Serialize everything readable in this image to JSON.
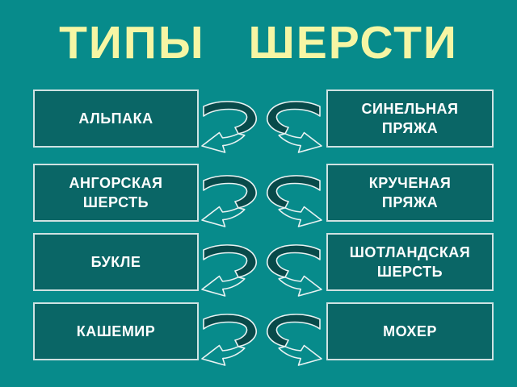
{
  "title": "ТИПЫ ШЕРСТИ",
  "rows": [
    {
      "left": [
        "АЛЬПАКА"
      ],
      "right": [
        "СИНЕЛЬНАЯ",
        "ПРЯЖА"
      ]
    },
    {
      "left": [
        "АНГОРСКАЯ",
        "ШЕРСТЬ"
      ],
      "right": [
        "КРУЧЕНАЯ",
        "ПРЯЖА"
      ]
    },
    {
      "left": [
        "БУКЛЕ"
      ],
      "right": [
        "ШОТЛАНДСКАЯ",
        "ШЕРСТЬ"
      ]
    },
    {
      "left": [
        "КАШЕМИР"
      ],
      "right": [
        "МОХЕР"
      ]
    }
  ],
  "icons": {
    "left_of_pair": "curved-arrow-pointing-left",
    "right_of_pair": "curved-arrow-pointing-right"
  },
  "colors": {
    "background": "#078B8B",
    "box_fill": "#0A6666",
    "box_border": "#CFE2E2",
    "box_text": "#FFFFFF",
    "title_text": "#F6F6A4",
    "arrow_fill": "#084A4A",
    "arrow_outline": "#E8F2F2"
  }
}
